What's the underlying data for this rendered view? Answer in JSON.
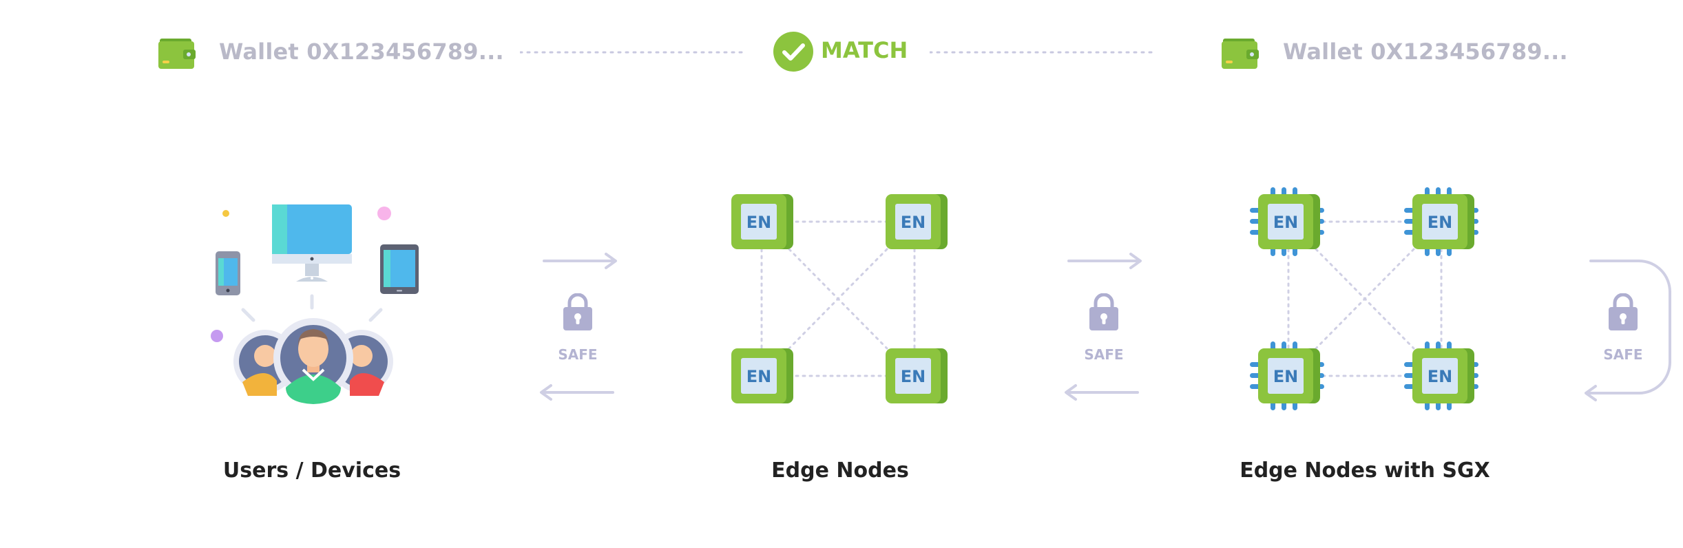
{
  "top_bar": {
    "left_wallet": "Wallet 0X123456789...",
    "status": "MATCH",
    "right_wallet": "Wallet 0X123456789..."
  },
  "nodes": {
    "label": "EN"
  },
  "links": {
    "safe_label": "SAFE"
  },
  "captions": {
    "users": "Users / Devices",
    "edge_nodes": "Edge Nodes",
    "edge_nodes_sgx": "Edge Nodes with SGX"
  },
  "colors": {
    "green": "#8cc43e",
    "green_dark": "#6aaa2e",
    "chip_face": "#d6e6f5",
    "chip_text": "#3a7ab8",
    "pin_blue": "#3f94d6",
    "muted": "#cfcfe4",
    "lock": "#aeaed0"
  }
}
